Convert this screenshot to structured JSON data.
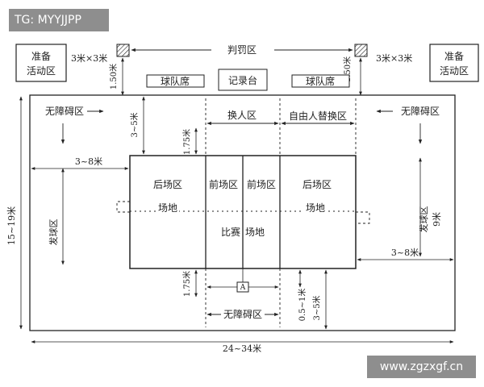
{
  "overlay": {
    "top_left_tag": "TG: MYYJJPP",
    "watermark": "www.zgzxgf.cn"
  },
  "diagram": {
    "warmup_left": [
      "准备",
      "活动区"
    ],
    "warmup_right": [
      "准备",
      "活动区"
    ],
    "warmup_size_left": "3米×3米",
    "warmup_size_right": "3米×3米",
    "penalty_area": "判罚区",
    "penalty_dim_left": "1.50米",
    "penalty_dim_right": "1.50米",
    "team_bench_left": "球队席",
    "team_bench_right": "球队席",
    "scorer_table": "记录台",
    "substitution_zone": "换人区",
    "libero_zone": "自由人替换区",
    "free_zone_left": "无障碍区",
    "free_zone_right": "无障碍区",
    "free_zone_bottom": "无障碍区",
    "dim_top": "3~5米",
    "dim_175_top": "1.75米",
    "dim_175_bottom": "1.75米",
    "dim_left": "3~8米",
    "dim_right": "3~8米",
    "dim_height": "15~19米",
    "dim_width": "24~34米",
    "dim_bottom": "3~5米",
    "dim_05_1": "0.5~1米",
    "dim_9m": "9米",
    "serve_left": "发球区",
    "serve_right": "发球区",
    "back_zone_left": "后场区",
    "front_zone_left": "前场区",
    "front_zone_right": "前场区",
    "back_zone_right": "后场区",
    "court_left": "场地",
    "court_right": "场地",
    "match_left": "比赛",
    "match_right": "场地",
    "referee_mark": "A"
  }
}
